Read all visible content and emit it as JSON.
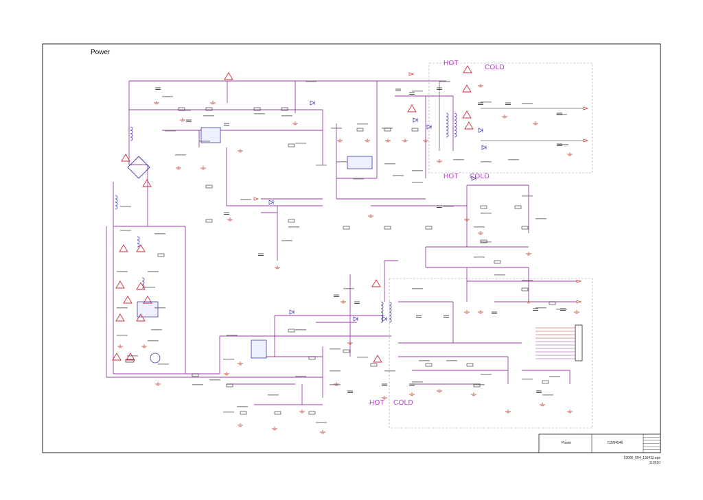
{
  "page_title": "Power",
  "isolation_labels": [
    {
      "hot": "HOT",
      "cold": "COLD"
    },
    {
      "hot": "HOT",
      "cold": "COLD"
    },
    {
      "hot": "HOT",
      "cold": "COLD"
    }
  ],
  "title_block": {
    "sheet_name": "Power",
    "part_number": "715G4546"
  },
  "footer": {
    "file_name": "19000_504_110412.eps",
    "date": "110510"
  },
  "colors": {
    "wire": "#9b3aa8",
    "ink": "#222222",
    "component": "#3a3aa8",
    "ground": "#c0392b",
    "warning": "#d0283c",
    "isolation_box": "#9a9ac8",
    "label": "#b13ac2"
  },
  "icons": [
    "warning-triangle-icon",
    "ground-symbol-icon",
    "transformer-icon",
    "bridge-rectifier-icon",
    "ic-chip-icon",
    "connector-icon"
  ]
}
